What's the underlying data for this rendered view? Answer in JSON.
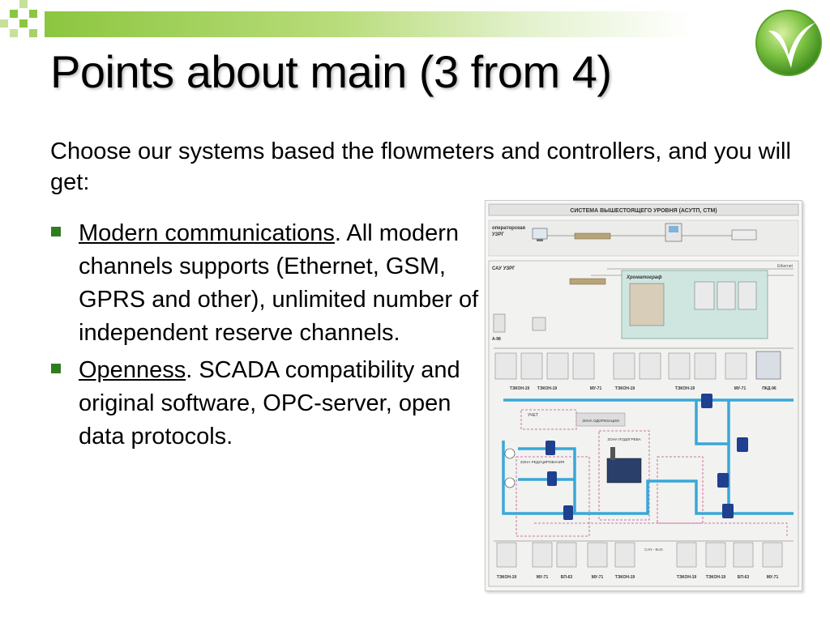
{
  "slide": {
    "title": "Points about main (3 from 4)",
    "intro": "Choose our systems based the flowmeters and controllers, and you will get:",
    "bullets": [
      {
        "lead": "Modern communications",
        "text": ". All modern channels supports (Ethernet, GSM, GPRS and other), unlimited number of independent reserve channels."
      },
      {
        "lead": "Openness",
        "text": ". SCADA compatibility and original software, OPC-server, open data protocols."
      }
    ]
  },
  "diagram": {
    "top_system": "СИСТЕМА ВЫШЕСТОЯЩЕГО УРОВНЯ (АСУТП, СТМ)",
    "operator_label_1": "операторская",
    "operator_label_2": "УЗРГ",
    "sau_label": "САУ УЗРГ",
    "ethernet_label": "Ethernet",
    "chromatograph_label": "Хроматограф",
    "a98_label": "А-98",
    "zone_podogreva": "ЗОНА ПОДОГРЕВА",
    "zone_reduction": "ЗОНА РЕДУЦИРОВАНИЯ",
    "zone_odor": "ЗОНА ОДОРИЗАЦИИ",
    "uchet_label": "УЧЕТ",
    "can_bus_label": "CAN - BUS",
    "top_row_labels": [
      "ТЭКОН-19",
      "ТЭКОН-19",
      "МУ-71",
      "ТЭКОН-19",
      "ТЭКОН-19",
      "МУ-71",
      "ПКД-96"
    ],
    "bottom_row_labels": [
      "ТЭКОН-19",
      "МУ-71",
      "БП-63",
      "МУ-71",
      "ТЭКОН-19",
      "ТЭКОН-19",
      "ТЭКОН-19",
      "БП-63",
      "МУ-71"
    ],
    "colors": {
      "bar_green": "#8cc63f",
      "bullet_green": "#2f7d1f",
      "pipe_blue": "#39a7d8",
      "valve_blue": "#1f3f8f",
      "zone_magenta": "#c0508a"
    }
  }
}
